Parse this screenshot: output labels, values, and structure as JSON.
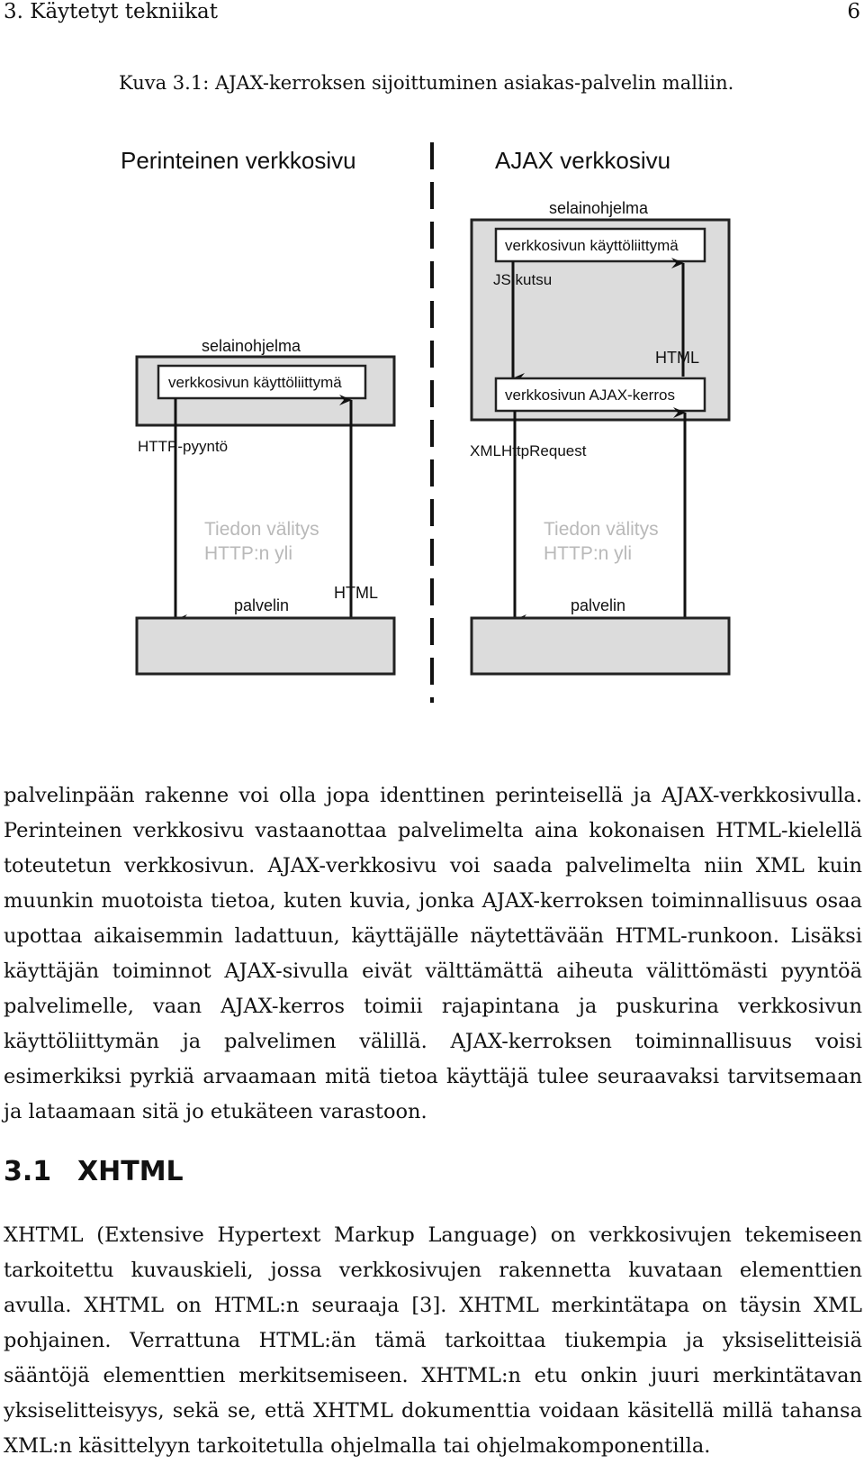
{
  "header": {
    "chapter": "3.  Käytetyt tekniikat",
    "page_number": "6"
  },
  "figure": {
    "caption": "Kuva 3.1: AJAX-kerroksen sijoittuminen asiakas-palvelin malliin.",
    "left": {
      "title": "Perinteinen verkkosivu",
      "browser_label": "selainohjelma",
      "ui_label": "verkkosivun käyttöliittymä",
      "request_label": "HTTP-pyyntö",
      "transfer_line1": "Tiedon välitys",
      "transfer_line2": "HTTP:n yli",
      "server_label": "palvelin",
      "response_label": "HTML"
    },
    "right": {
      "title": "AJAX verkkosivu",
      "browser_label": "selainohjelma",
      "ui_label": "verkkosivun käyttöliittymä",
      "js_label": "JS kutsu",
      "html_label": "HTML",
      "ajax_layer_label": "verkkosivun AJAX-kerros",
      "request_label": "XMLHttpRequest",
      "transfer_line1": "Tiedon välitys",
      "transfer_line2": "HTTP:n yli",
      "server_label": "palvelin"
    },
    "colors": {
      "box_fill": "#dcdcdc",
      "box_border": "#222222",
      "faded_text": "#b9b9b9"
    }
  },
  "body": {
    "paragraph1": "palvelinpään rakenne voi olla jopa identtinen perinteisellä ja AJAX-verkkosivulla. Perinteinen verkkosivu vastaanottaa palvelimelta aina kokonaisen HTML-kielellä toteutetun verkkosivun. AJAX-verkkosivu voi saada palvelimelta niin XML kuin muunkin muotoista tietoa, kuten kuvia, jonka AJAX-kerroksen toiminnallisuus osaa upottaa aikaisemmin ladattuun, käyttäjälle näytettävään HTML-runkoon. Lisäksi käyttäjän toiminnot AJAX-sivulla eivät välttämättä aiheuta välittömästi pyyntöä palvelimelle, vaan AJAX-kerros toimii rajapintana ja puskurina verkkosivun käyttöliittymän ja palvelimen välillä. AJAX-kerroksen toiminnallisuus voisi esimerkiksi pyrkiä arvaamaan mitä tietoa käyttäjä tulee seuraavaksi tarvitsemaan ja lataamaan sitä jo etukäteen varastoon.",
    "section_number": "3.1",
    "section_title": "XHTML",
    "paragraph2": "XHTML (Extensive Hypertext Markup Language) on verkkosivujen tekemiseen tarkoitettu kuvauskieli, jossa verkkosivujen rakennetta kuvataan elementtien avulla. XHTML on HTML:n seuraaja [3]. XHTML merkintätapa on täysin XML pohjainen. Verrattuna HTML:än tämä tarkoittaa tiukempia ja yksiselitteisiä sääntöjä elementtien merkitsemiseen. XHTML:n etu onkin juuri merkintätavan yksiselitteisyys, sekä se, että XHTML dokumenttia voidaan käsitellä millä tahansa XML:n käsittelyyn tarkoitetulla ohjelmalla tai ohjelmakomponentilla."
  }
}
